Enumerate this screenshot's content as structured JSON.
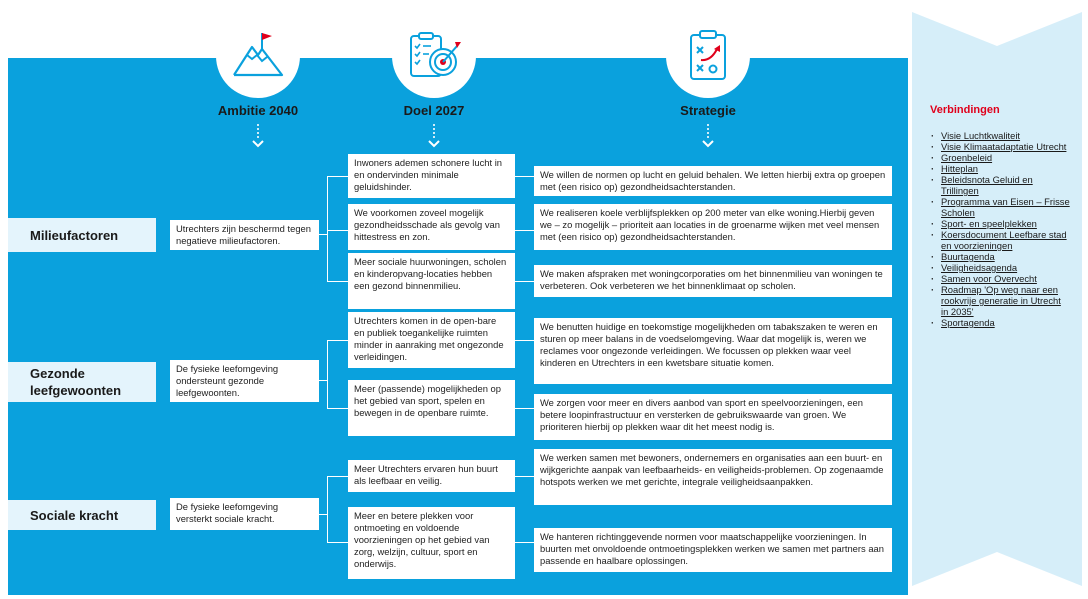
{
  "columns": {
    "ambitie": "Ambitie 2040",
    "doel": "Doel 2027",
    "strategie": "Strategie"
  },
  "icons": {
    "ambitie": "mountain-flag-icon",
    "doel": "checklist-target-icon",
    "strategie": "clipboard-strategy-icon"
  },
  "themes": {
    "milieu": "Milieufactoren",
    "gezond": "Gezonde leefgewoonten",
    "sociaal": "Sociale kracht"
  },
  "ambities": {
    "milieu": "Utrechters zijn beschermd tegen negatieve milieufactoren.",
    "gezond": "De fysieke leefomgeving ondersteunt gezonde leefgewoonten.",
    "sociaal": "De fysieke leefomgeving versterkt sociale kracht."
  },
  "doelen": [
    "Inwoners ademen schonere lucht in en ondervinden minimale geluidshinder.",
    "We voorkomen zoveel mogelijk gezondheidsschade als gevolg van hittestress en zon.",
    "Meer sociale huurwoningen, scholen en kinderopvang-locaties hebben een gezond binnenmilieu.",
    "Utrechters komen in de open-bare en publiek toegankelijke ruimten minder in aanraking met ongezonde verleidingen.",
    "Meer (passende) mogelijkheden op het gebied van sport, spelen en bewegen in de openbare ruimte.",
    "Meer Utrechters ervaren hun buurt als leefbaar en veilig.",
    "Meer en betere plekken voor ontmoeting en voldoende voorzieningen op het gebied van zorg, welzijn, cultuur, sport en onderwijs."
  ],
  "strategieen": [
    "We willen de normen op lucht en geluid behalen. We letten hierbij extra op groepen met (een risico op) gezondheidsachterstanden.",
    "We realiseren koele verblijfsplekken op 200 meter van elke woning.Hierbij geven we – zo mogelijk – prioriteit aan locaties in de groenarme wijken met veel mensen met (een risico op) gezondheidsachterstanden.",
    "We maken afspraken met woningcorporaties om het binnenmilieu van woningen te verbeteren. Ook verbeteren we het binnenklimaat op scholen.",
    "We benutten huidige en toekomstige mogelijkheden om tabakszaken te weren en sturen op meer balans in de voedselomgeving. Waar dat mogelijk is, weren we reclames voor ongezonde verleidingen. We focussen op plekken waar veel kinderen en Utrechters in een kwetsbare situatie komen.",
    "We zorgen voor meer en divers aanbod van sport en speelvoorzieningen, een betere loopinfrastructuur en versterken de gebruikswaarde van groen. We prioriteren hierbij op plekken waar dit het meest nodig is.",
    "We werken samen met bewoners, ondernemers en organisaties aan een buurt- en wijkgerichte aanpak van leefbaarheids- en veiligheids-problemen. Op zogenaamde hotspots werken we met gerichte, integrale veiligheidsaanpakken.",
    "We hanteren richtinggevende normen voor maatschappelijke voorzieningen. In buurten met onvoldoende ontmoetingsplekken werken we samen met partners aan passende en haalbare oplossingen."
  ],
  "verbindingen": {
    "title": "Verbindingen",
    "items": [
      "Visie Luchtkwaliteit",
      "Visie Klimaatadaptatie Utrecht",
      "Groenbeleid",
      "Hitteplan",
      "Beleidsnota Geluid en Trillingen",
      "Programma van Eisen – Frisse Scholen",
      "Sport- en speelplekken",
      "Koersdocument Leefbare stad en voorzieningen",
      "Buurtagenda",
      "Veiligheidsagenda",
      "Samen voor Overvecht",
      "Roadmap 'Op weg naar een rookvrije generatie in Utrecht in 2035'",
      "Sportagenda"
    ]
  },
  "colors": {
    "blue": "#0AA1DD",
    "panel": "#D6EEF9",
    "theme_bg": "#E4F4FC",
    "accent_red": "#E0001B"
  }
}
